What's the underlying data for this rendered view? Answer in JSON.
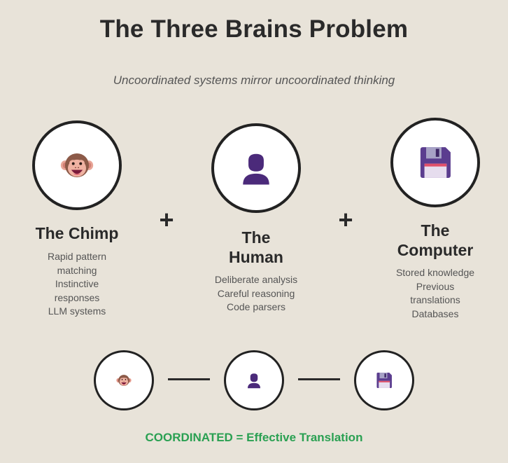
{
  "title": "The Three Brains Problem",
  "subtitle": "Uncoordinated systems mirror uncoordinated thinking",
  "brains": [
    {
      "name_line1": "The Chimp",
      "name_line2": "",
      "icon": "monkey-icon",
      "desc": [
        "Rapid pattern",
        "matching",
        "Instinctive",
        "responses",
        "LLM systems"
      ]
    },
    {
      "name_line1": "The",
      "name_line2": "Human",
      "icon": "person-icon",
      "desc": [
        "Deliberate analysis",
        "Careful reasoning",
        "Code parsers"
      ]
    },
    {
      "name_line1": "The",
      "name_line2": "Computer",
      "icon": "floppy-disk-icon",
      "desc": [
        "Stored knowledge",
        "Previous",
        "translations",
        "Databases"
      ]
    }
  ],
  "plus_symbol": "+",
  "footer": "COORDINATED = Effective Translation",
  "colors": {
    "background": "#e8e3d9",
    "footer": "#2aa052",
    "icon_purple": "#4b2a7a"
  }
}
